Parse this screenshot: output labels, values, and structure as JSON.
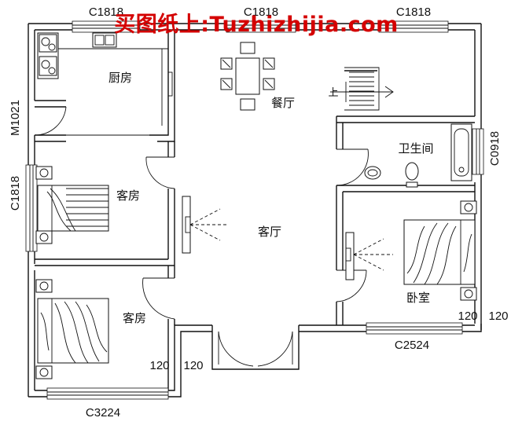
{
  "watermark": "买图纸上:Tuzhizhijia.com",
  "rooms": {
    "kitchen": "厨房",
    "dining": "餐厅",
    "bathroom": "卫生间",
    "guest_room_1": "客房",
    "living_room": "客厅",
    "master_bedroom": "卧室",
    "guest_room_2": "客房"
  },
  "window_codes": {
    "top_left": "C1818",
    "top_center": "C1818",
    "top_right": "C1818",
    "left_upper": "M1021",
    "left_middle": "C1818",
    "right_bath": "C0918",
    "right_bottom": "C2524",
    "bottom_left": "C3224"
  },
  "dimensions": {
    "bedroom_right_inner": "120",
    "bedroom_right_outer": "120",
    "bottom_left_a": "120",
    "bottom_left_b": "120"
  },
  "stair_mark": "上"
}
